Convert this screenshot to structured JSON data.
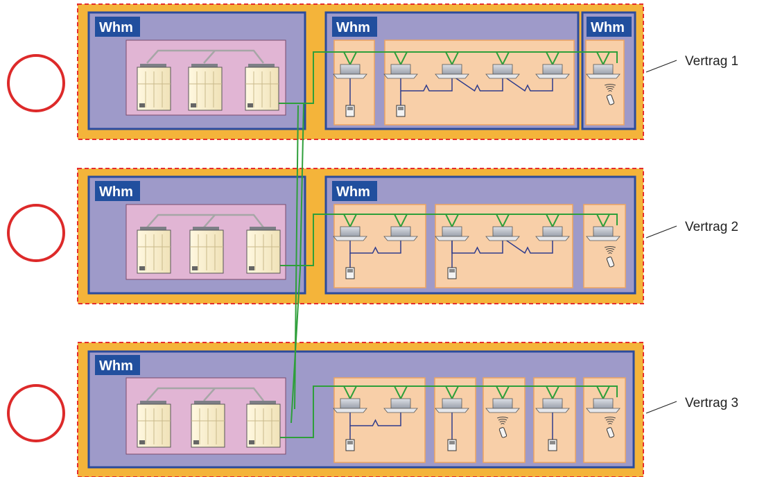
{
  "colors": {
    "contract_fill": "#f4b43a",
    "contract_border": "#e52d2d",
    "group_fill": "#9e9ac9",
    "group_border": "#2b4b9c",
    "whm_fill": "#214f9e",
    "outdoor_box_fill": "#e1b5d4",
    "room_fill": "#f8cfa8",
    "room_border": "#eea461",
    "pipe_green": "#2e9f3a",
    "pipe_grey": "#a6a6a6",
    "ctrl_line": "#2f3c8c",
    "circle_red": "#dd2a2a"
  },
  "whm_label": "Whm",
  "contracts": [
    {
      "label": "Vertrag 1"
    },
    {
      "label": "Vertrag 2"
    },
    {
      "label": "Vertrag 3"
    }
  ],
  "icons": [
    "outdoor-unit-icon",
    "ceiling-cassette-icon",
    "wired-controller-icon",
    "wireless-remote-icon",
    "status-circle-icon"
  ]
}
